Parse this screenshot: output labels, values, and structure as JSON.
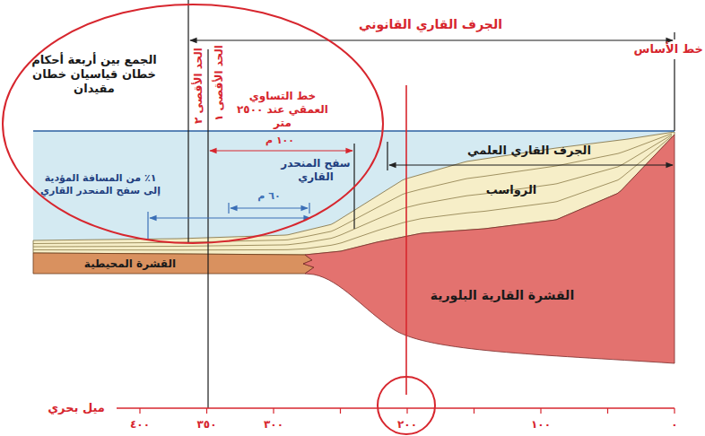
{
  "diagram": {
    "labels": [
      "الجرف القاري القانوني",
      "خط الأساس",
      "الحد الأقصى ٢",
      "الحد الأقصى ١",
      "الجمع بين أربعة أحكام خطان قياسيان خطان مقيدان",
      "خط التساوي العمقي عند ٢٥٠٠ متر",
      "الجرف القاري العلمي",
      "١٠٠ م",
      "سفح المنحدر القاري",
      "٦٠ م",
      "١٪ من المسافة المؤدية إلى سفح المنحدر القاري",
      "الرواسب",
      "القشرة المحيطية",
      "القشرة القارية البلورية",
      "ميل بحري",
      "٤٠٠",
      "٣٥٠",
      "٣٠٠",
      "٢٠٠",
      "١٠٠",
      "٠"
    ]
  }
}
